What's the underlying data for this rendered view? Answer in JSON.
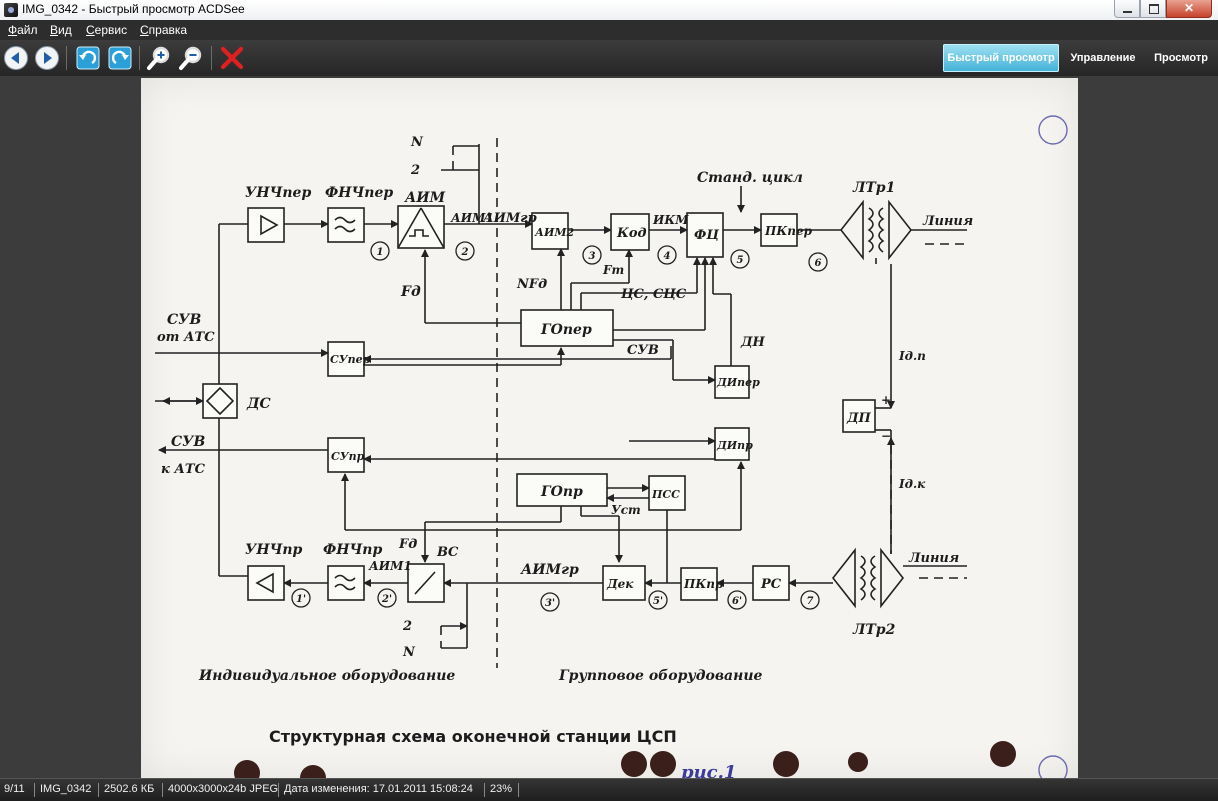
{
  "window": {
    "title": "IMG_0342 - Быстрый просмотр ACDSee"
  },
  "menu": {
    "items": [
      "Файл",
      "Вид",
      "Сервис",
      "Справка"
    ]
  },
  "toolbar": {
    "buttons": [
      "back-icon",
      "forward-icon",
      "rotate-left-icon",
      "rotate-right-icon",
      "zoom-in-icon",
      "zoom-out-icon",
      "delete-icon"
    ]
  },
  "mode_tabs": {
    "active": "Быстрый просмотр",
    "manage": "Управление",
    "view": "Просмотр"
  },
  "colors": {
    "accent": "#42b1d8",
    "delete": "#e02020",
    "toolbar_bg": "#2d2d2d"
  },
  "image": {
    "labels": {
      "unch_per": "УНЧпер",
      "fnch_per": "ФНЧпер",
      "aim": "АИМ",
      "aim1": "АИМ1",
      "aim_gr": "АИМгр",
      "aim2": "АИМ2",
      "kod": "Код",
      "ikm": "ИКМ",
      "fc": "ФЦ",
      "pk_per": "ПКпер",
      "stand_cycle": "Станд. цикл",
      "ltr1": "ЛТр1",
      "line1": "Линия",
      "N_top": "N",
      "two_top": "2",
      "fd_top": "Fд",
      "nfd": "NFд",
      "ft": "Fт",
      "cs_scs": "ЦС, СЦС",
      "go_per": "ГОпер",
      "suv_from_ats": "СУВ",
      "from_ats": "от АТС",
      "su_per": "СУпер",
      "suv_mid": "СУВ",
      "dn": "ДН",
      "di_per": "ДИпер",
      "ds": "ДС",
      "dp": "ДП",
      "id_p": "Iд.п",
      "id_k": "Iд.к",
      "suv_to_ats": "СУВ",
      "to_ats": "к АТС",
      "su_pr": "СУпр",
      "go_pr": "ГОпр",
      "pss": "ПСС",
      "ust": "Уст",
      "di_pr": "ДИпр",
      "unch_pr": "УНЧпр",
      "fnch_pr": "ФНЧпр",
      "aim1_bottom": "АИМ1",
      "fd_bottom": "Fд",
      "vs": "ВС",
      "aim_gr_bottom": "АИМгр",
      "dek": "Дек",
      "pk_pr": "ПКпр",
      "rs": "РС",
      "line2": "Линия",
      "ltr2": "ЛТр2",
      "two_bottom": "2",
      "N_bottom": "N",
      "individual": "Индивидуальное оборудование",
      "group": "Групповое оборудование",
      "plus": "+",
      "minus": "−",
      "n1": "1",
      "n2": "2",
      "n3": "3",
      "n4": "4",
      "n5": "5",
      "n6": "6",
      "n1p": "1'",
      "n2p": "2'",
      "n3p": "3'",
      "n5p": "5'",
      "n6p": "6'",
      "n7": "7"
    },
    "caption": "Структурная схема оконечной станции ЦСП",
    "handwritten_note": "рис.1"
  },
  "status": {
    "position": "9/11",
    "filename": "IMG_0342",
    "filesize": "2502.6 КБ",
    "dimensions": "4000x3000x24b JPEG",
    "modified": "Дата изменения: 17.01.2011 15:08:24",
    "zoom": "23%"
  }
}
